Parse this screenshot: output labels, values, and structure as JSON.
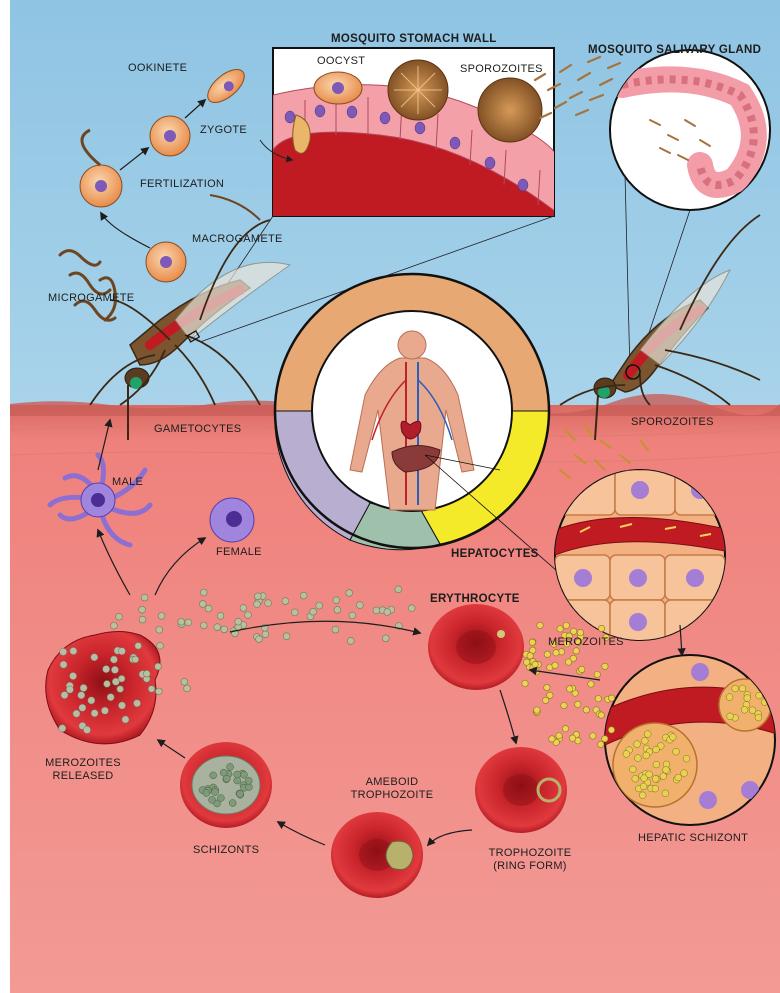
{
  "labels": {
    "mosquito_stomach_wall": "MOSQUITO STOMACH WALL",
    "mosquito_salivary_gland": "MOSQUITO SALIVARY GLAND",
    "oocyst": "OOCYST",
    "sporozoites_top": "SPOROZOITES",
    "ookinete": "OOKINETE",
    "zygote": "ZYGOTE",
    "fertilization": "FERTILIZATION",
    "macrogamete": "MACROGAMETE",
    "microgamete": "MICROGAMETE",
    "gametocytes": "GAMETOCYTES",
    "male": "MALE",
    "female": "FEMALE",
    "sporozoites_skin": "SPOROZOITES",
    "hepatocytes": "HEPATOCYTES",
    "erythrocyte": "ERYTHROCYTE",
    "merozoites": "MEROZOITES",
    "merozoites_released_1": "MEROZOITES",
    "merozoites_released_2": "RELEASED",
    "ameboid_1": "AMEBOID",
    "ameboid_2": "TROPHOZOITE",
    "schizonts": "SCHIZONTS",
    "trophozoite_1": "TROPHOZOITE",
    "trophozoite_2": "(RING FORM)",
    "hepatic_schizont": "HEPATIC SCHIZONT"
  },
  "colors": {
    "sky": "#9ccbe6",
    "skin": "#ee7d7a",
    "skin_band": "#d66963",
    "blood": "#c8242b",
    "ring_orange": "#e7a873",
    "ring_yellow": "#f5ea2a",
    "ring_lavender": "#b7aed0",
    "ring_teal": "#9fc1ac",
    "merozoite": "#cfc97a",
    "gamete_purple": "#8d6fd2"
  },
  "icons": [
    "mosquito-icon",
    "human-body-icon",
    "heart-icon",
    "liver-icon",
    "red-blood-cell-icon"
  ]
}
